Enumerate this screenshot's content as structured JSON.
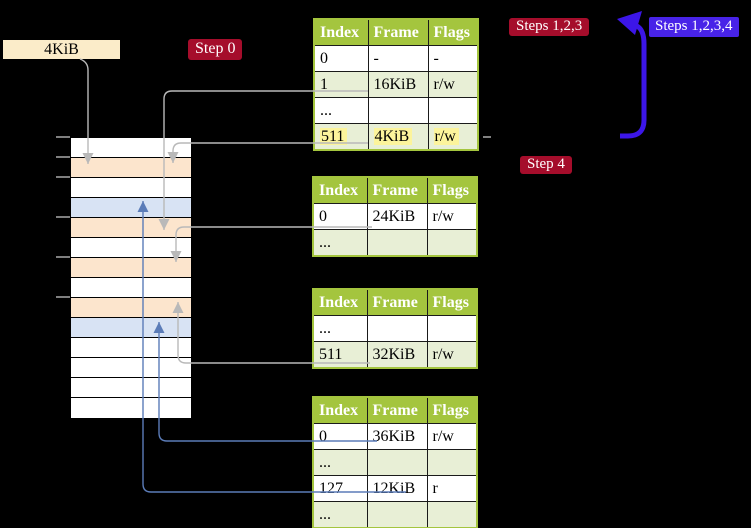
{
  "labels": {
    "memory_box": "4KiB",
    "step0": "Step 0",
    "steps123": "Steps 1,2,3",
    "steps1234": "Steps 1,2,3,4",
    "step4": "Step 4"
  },
  "colors": {
    "header_green": "#a4c53e",
    "row_green": "#e8efd6",
    "highlight_yellow": "#fcf49c",
    "frame_peach": "#fce5cd",
    "page_blue": "#d8e3f4",
    "label_red": "#a50d2b",
    "label_blue": "#4823e8",
    "loop_arrow_blue": "#3c16e8",
    "connector_gray": "#b9b9b9",
    "connector_blue": "#5b7cb8",
    "memory_box_bg": "#fbecc9"
  },
  "tables": [
    {
      "name": "level-4-page-table",
      "headers": [
        "Index",
        "Frame",
        "Flags"
      ],
      "rows": [
        [
          "0",
          "-",
          "-"
        ],
        [
          "1",
          "16KiB",
          "r/w"
        ],
        [
          "...",
          "",
          ""
        ],
        [
          "511",
          "4KiB",
          "r/w"
        ]
      ],
      "highlighted_row": 3
    },
    {
      "name": "level-3-page-table",
      "headers": [
        "Index",
        "Frame",
        "Flags"
      ],
      "rows": [
        [
          "0",
          "24KiB",
          "r/w"
        ],
        [
          "...",
          "",
          ""
        ]
      ]
    },
    {
      "name": "level-2-page-table",
      "headers": [
        "Index",
        "Frame",
        "Flags"
      ],
      "rows": [
        [
          "...",
          "",
          ""
        ],
        [
          "511",
          "32KiB",
          "r/w"
        ]
      ]
    },
    {
      "name": "level-1-page-table",
      "headers": [
        "Index",
        "Frame",
        "Flags"
      ],
      "rows": [
        [
          "0",
          "36KiB",
          "r/w"
        ],
        [
          "...",
          "",
          ""
        ],
        [
          "127",
          "12KiB",
          "r"
        ],
        [
          "...",
          "",
          ""
        ]
      ]
    }
  ],
  "memory": {
    "rows": [
      {
        "kind": "plain"
      },
      {
        "kind": "frame"
      },
      {
        "kind": "plain"
      },
      {
        "kind": "page"
      },
      {
        "kind": "frame"
      },
      {
        "kind": "plain"
      },
      {
        "kind": "frame"
      },
      {
        "kind": "plain"
      },
      {
        "kind": "frame"
      },
      {
        "kind": "page"
      },
      {
        "kind": "plain"
      },
      {
        "kind": "plain"
      },
      {
        "kind": "plain"
      },
      {
        "kind": "plain"
      }
    ]
  }
}
